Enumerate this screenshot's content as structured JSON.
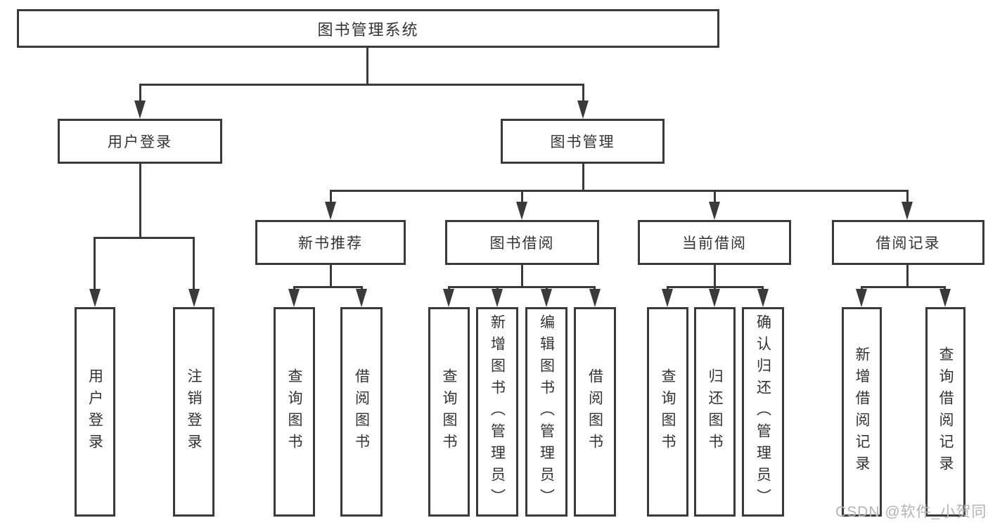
{
  "diagram": {
    "colors": {
      "line": "#3a3a3a",
      "text": "#333333",
      "background": "#ffffff",
      "watermark": "#b4b4b4"
    },
    "watermark": "CSDN @软件_小贺同学",
    "nodes": {
      "root": {
        "label": "图书管理系统"
      },
      "user_login": {
        "label": "用户登录",
        "children": {
          "login": {
            "label": "用户登录"
          },
          "logout": {
            "label": "注销登录"
          }
        }
      },
      "book_mgmt": {
        "label": "图书管理",
        "children": {
          "new_book_rec": {
            "label": "新书推荐",
            "children": {
              "query": {
                "label": "查询图书"
              },
              "borrow": {
                "label": "借阅图书"
              }
            }
          },
          "book_borrow": {
            "label": "图书借阅",
            "children": {
              "query": {
                "label": "查询图书"
              },
              "add": {
                "label": "新增图书（管理员）"
              },
              "edit": {
                "label": "编辑图书（管理员）"
              },
              "borrow": {
                "label": "借阅图书"
              }
            }
          },
          "current_borrow": {
            "label": "当前借阅",
            "children": {
              "query": {
                "label": "查询图书"
              },
              "return": {
                "label": "归还图书"
              },
              "confirm": {
                "label": "确认归还（管理员）"
              }
            }
          },
          "borrow_record": {
            "label": "借阅记录",
            "children": {
              "add": {
                "label": "新增借阅记录"
              },
              "query": {
                "label": "查询借阅记录"
              }
            }
          }
        }
      }
    }
  }
}
